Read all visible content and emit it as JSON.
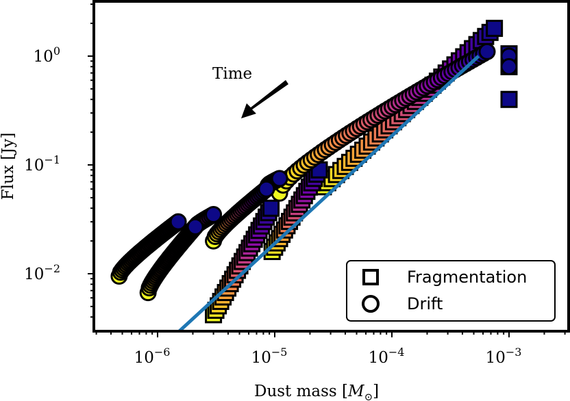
{
  "chart_data": {
    "type": "scatter",
    "xlabel": "Dust mass [",
    "xlabel_symbol": "M",
    "xlabel_sub": "⊙",
    "xlabel_end": "]",
    "ylabel": "Flux [Jy]",
    "xscale": "log",
    "yscale": "log",
    "xlim": [
      3.2e-07,
      0.0027
    ],
    "ylim": [
      0.0029,
      3.0
    ],
    "x_ticks": [
      {
        "value": 1e-06,
        "base": "10",
        "exp": "−6"
      },
      {
        "value": 1e-05,
        "base": "10",
        "exp": "−5"
      },
      {
        "value": 0.0001,
        "base": "10",
        "exp": "−4"
      },
      {
        "value": 0.001,
        "base": "10",
        "exp": "−3"
      }
    ],
    "y_ticks": [
      {
        "value": 0.01,
        "base": "10",
        "exp": "−2"
      },
      {
        "value": 0.1,
        "base": "10",
        "exp": "−1"
      },
      {
        "value": 1,
        "base": "10",
        "exp": "0"
      }
    ],
    "annotation": {
      "text": "Time",
      "arrow_direction": "down-left"
    },
    "legend": {
      "placement": "lower-right",
      "entries": [
        {
          "marker": "square",
          "label": "Fragmentation"
        },
        {
          "marker": "circle",
          "label": "Drift"
        }
      ]
    },
    "colors": {
      "line": "#1f77b4",
      "colormap": [
        "#0d0887",
        "#41049d",
        "#6a00a8",
        "#8f0da4",
        "#b12a90",
        "#cc4778",
        "#e16462",
        "#f2844b",
        "#fca636",
        "#fcce25",
        "#f0f921"
      ],
      "frame": "#000000"
    },
    "fit_line": {
      "x": [
        1.5e-06,
        0.00055
      ],
      "y": [
        0.0029,
        1.0
      ]
    },
    "series": [
      {
        "marker": "square",
        "color": "#0d0887",
        "x": [
          0.001,
          0.001,
          0.001
        ],
        "y": [
          1.05,
          0.8,
          0.4
        ]
      },
      {
        "marker": "square",
        "color_range": [
          0,
          1
        ],
        "x_range": [
          2.6e-05,
          0.00075
        ],
        "y_range": [
          0.063,
          1.8
        ],
        "count": 40
      },
      {
        "marker": "square",
        "color_range": [
          0,
          1
        ],
        "x_range": [
          9.5e-06,
          2.4e-05
        ],
        "y_range": [
          0.016,
          0.09
        ],
        "count": 20
      },
      {
        "marker": "square",
        "color_range": [
          0,
          1
        ],
        "x_range": [
          3e-06,
          9.3e-06
        ],
        "y_range": [
          0.0042,
          0.04
        ],
        "count": 25
      },
      {
        "marker": "circle",
        "color": "#0d0887",
        "x": [
          0.001,
          0.001
        ],
        "y": [
          1.0,
          0.8
        ]
      },
      {
        "marker": "circle",
        "color_range": [
          0,
          1
        ],
        "x_range": [
          1.1e-05,
          0.00065
        ],
        "y_range": [
          0.055,
          1.1
        ],
        "count": 60
      },
      {
        "marker": "circle",
        "color_range": [
          0,
          1
        ],
        "x_range": [
          8.8e-06,
          1.1e-05
        ],
        "y_range": [
          0.065,
          0.075
        ],
        "count": 10
      },
      {
        "marker": "circle",
        "color_range": [
          0,
          1
        ],
        "x_range": [
          3e-06,
          8.5e-06
        ],
        "y_range": [
          0.02,
          0.06
        ],
        "count": 30
      },
      {
        "marker": "circle",
        "color_range": [
          0,
          1
        ],
        "x_range": [
          2.1e-06,
          3e-06
        ],
        "y_range": [
          0.027,
          0.035
        ],
        "count": 10
      },
      {
        "marker": "circle",
        "color_range": [
          0,
          1
        ],
        "x_range": [
          8.3e-07,
          2.1e-06
        ],
        "y_range": [
          0.0067,
          0.027
        ],
        "count": 40
      },
      {
        "marker": "circle",
        "color_range": [
          0,
          1
        ],
        "x_range": [
          4.7e-07,
          1.5e-06
        ],
        "y_range": [
          0.0095,
          0.03
        ],
        "count": 40
      }
    ]
  }
}
